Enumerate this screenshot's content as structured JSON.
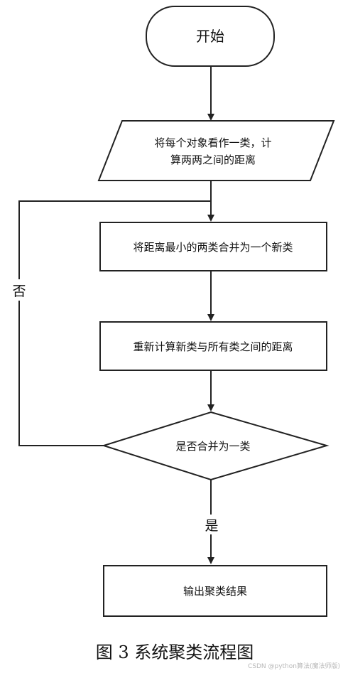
{
  "flowchart": {
    "start": "开始",
    "init_line1": "将每个对象看作一类，计",
    "init_line2": "算两两之间的距离",
    "merge": "将距离最小的两类合并为一个新类",
    "recompute": "重新计算新类与所有类之间的距离",
    "decision": "是否合并为一类",
    "yes_label": "是",
    "no_label": "否",
    "output": "输出聚类结果"
  },
  "caption": "图 3 系统聚类流程图",
  "watermark": "CSDN @python算法(魔法师版)"
}
